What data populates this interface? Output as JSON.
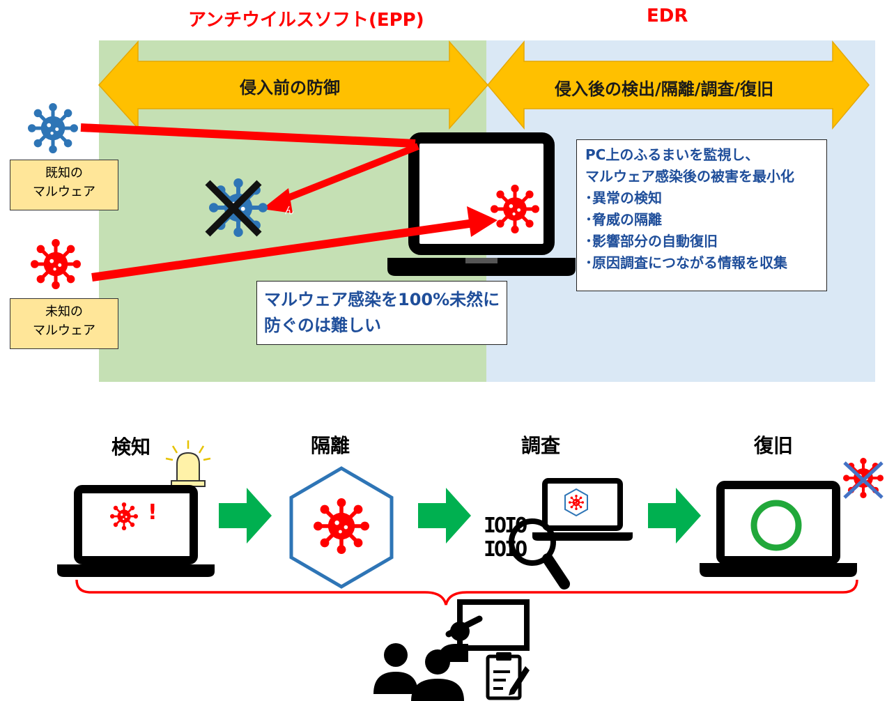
{
  "headings": {
    "epp": "アンチウイルスソフト(EPP)",
    "edr": "EDR"
  },
  "arrows": {
    "epp_label": "侵入前の防御",
    "edr_label": "侵入後の検出/隔離/調査/復旧"
  },
  "labels": {
    "known_malware_line1": "既知の",
    "known_malware_line2": "マルウェア",
    "unknown_malware_line1": "未知の",
    "unknown_malware_line2": "マルウェア"
  },
  "edr_box": {
    "lines": [
      "PC上のふるまいを監視し、",
      "マルウェア感染後の被害を最小化",
      "･異常の検知",
      "･脅威の隔離",
      "･影響部分の自動復旧",
      "･原因調査につながる情報を収集"
    ]
  },
  "infection_box": {
    "lines": [
      "マルウェア感染を100%未然に",
      "防ぐのは難しい"
    ]
  },
  "stray_mark": "ん",
  "steps": [
    {
      "label": "検知"
    },
    {
      "label": "隔離"
    },
    {
      "label": "調査"
    },
    {
      "label": "復旧"
    }
  ],
  "detect_mark": "!",
  "binary": {
    "line1": "IOIO",
    "line2": "IOIO"
  },
  "colors": {
    "epp_zone": "#c5e0b4",
    "edr_zone": "#dae8f5",
    "arrow_fill": "#ffc000",
    "virus_red": "#ff0000",
    "virus_blue": "#2e75b6",
    "step_arrow": "#00b050",
    "heading_red": "#ff0000",
    "note_text": "#1f4e9a"
  },
  "icons": [
    "virus-icon",
    "laptop-icon",
    "alarm-light-icon",
    "magnifier-icon",
    "circle-check-icon",
    "presentation-people-icon",
    "clipboard-icon"
  ]
}
